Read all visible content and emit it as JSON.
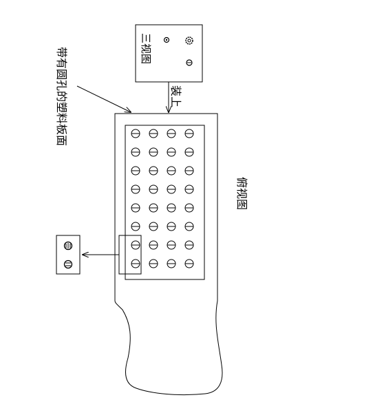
{
  "labels": {
    "panel_note": "带有圆孔的塑料板面",
    "mount": "装上",
    "three_view": "三视图",
    "top_view": "俯视图"
  },
  "grid": {
    "rows": 8,
    "cols": 4
  },
  "icons": {
    "hole": "slotted-hole-icon",
    "detail_hole": "detail-hole-icon"
  },
  "colors": {
    "line": "#000000",
    "background": "#ffffff"
  }
}
